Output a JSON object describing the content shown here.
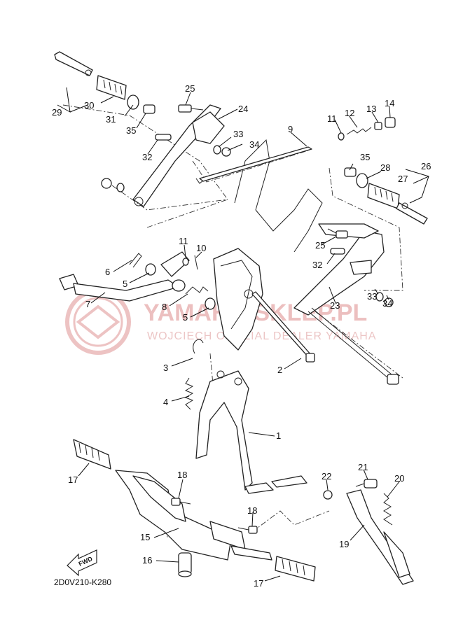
{
  "diagram_code": "2D0V210-K280",
  "fwd_label": "FWD",
  "watermark": {
    "brand": "YAMAHA-SKLEP.PL",
    "tagline": "WOJCIECH ODDZIAL DEALER YAMAHA",
    "color": "#e8b0b0"
  },
  "part_labels": [
    "1",
    "2",
    "3",
    "4",
    "5",
    "5",
    "6",
    "7",
    "8",
    "10",
    "11",
    "11",
    "12",
    "13",
    "14",
    "9",
    "15",
    "16",
    "17",
    "17",
    "18",
    "18",
    "19",
    "20",
    "21",
    "22",
    "23",
    "24",
    "25",
    "25",
    "26",
    "27",
    "28",
    "29",
    "30",
    "31",
    "32",
    "32",
    "33",
    "33",
    "34",
    "34",
    "35",
    "35"
  ]
}
